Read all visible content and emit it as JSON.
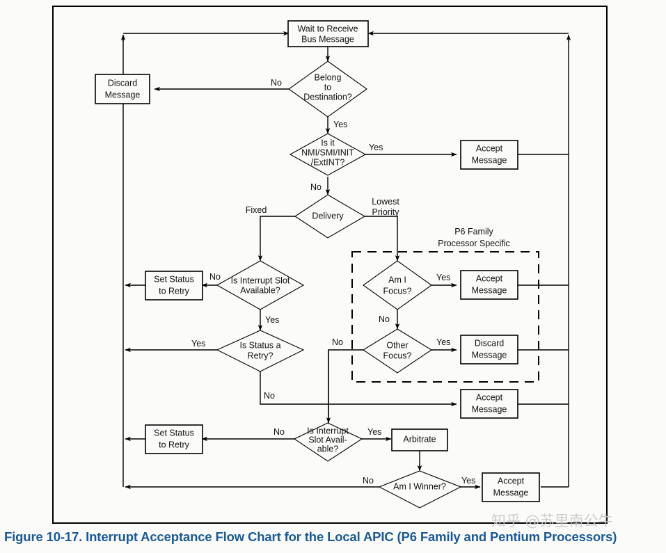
{
  "figure": {
    "caption": "Figure 10-17.  Interrupt Acceptance Flow Chart for the Local APIC (P6 Family and Pentium Processors)",
    "caption_color": "#1b5a96",
    "watermark": "知乎 @苏里南公牛",
    "background": "#fbfbfa",
    "line_color": "#000000"
  },
  "chart_data": {
    "type": "diagram",
    "title": "Interrupt Acceptance Flow Chart for the Local APIC (P6 Family and Pentium Processors)",
    "nodes": [
      {
        "id": "wait",
        "shape": "box",
        "label_lines": [
          "Wait to Receive",
          "Bus Message"
        ]
      },
      {
        "id": "belong",
        "shape": "diamond",
        "label_lines": [
          "Belong",
          "to",
          "Destination?"
        ]
      },
      {
        "id": "discard1",
        "shape": "box",
        "label_lines": [
          "Discard",
          "Message"
        ]
      },
      {
        "id": "isit",
        "shape": "diamond",
        "label_lines": [
          "Is it",
          "NMI/SMI/INIT",
          "/ExtINT?"
        ]
      },
      {
        "id": "accept1",
        "shape": "box",
        "label_lines": [
          "Accept",
          "Message"
        ]
      },
      {
        "id": "delivery",
        "shape": "diamond",
        "label_lines": [
          "Delivery"
        ]
      },
      {
        "id": "slot1",
        "shape": "diamond",
        "label_lines": [
          "Is Interrupt Slot",
          "Available?"
        ]
      },
      {
        "id": "setretry1",
        "shape": "box",
        "label_lines": [
          "Set Status",
          "to Retry"
        ]
      },
      {
        "id": "statusretry",
        "shape": "diamond",
        "label_lines": [
          "Is Status a",
          "Retry?"
        ]
      },
      {
        "id": "amifocus",
        "shape": "diamond",
        "label_lines": [
          "Am I",
          "Focus?"
        ]
      },
      {
        "id": "accept2",
        "shape": "box",
        "label_lines": [
          "Accept",
          "Message"
        ]
      },
      {
        "id": "otherfocus",
        "shape": "diamond",
        "label_lines": [
          "Other",
          "Focus?"
        ]
      },
      {
        "id": "discard2",
        "shape": "box",
        "label_lines": [
          "Discard",
          "Message"
        ]
      },
      {
        "id": "accept3",
        "shape": "box",
        "label_lines": [
          "Accept",
          "Message"
        ]
      },
      {
        "id": "slot2",
        "shape": "diamond",
        "label_lines": [
          "Is Interrupt",
          "Slot Avail-",
          "able?"
        ]
      },
      {
        "id": "setretry2",
        "shape": "box",
        "label_lines": [
          "Set Status",
          "to Retry"
        ]
      },
      {
        "id": "arbitrate",
        "shape": "box",
        "label_lines": [
          "Arbitrate"
        ]
      },
      {
        "id": "amiwinner",
        "shape": "diamond",
        "label_lines": [
          "Am I Winner?"
        ]
      },
      {
        "id": "accept4",
        "shape": "box",
        "label_lines": [
          "Accept",
          "Message"
        ]
      }
    ],
    "annotations": [
      {
        "id": "p6-note",
        "lines": [
          "P6 Family",
          "Processor Specific"
        ]
      }
    ],
    "edge_labels": [
      {
        "id": "e1",
        "text": "No"
      },
      {
        "id": "e2",
        "text": "Yes"
      },
      {
        "id": "e3",
        "text": "Yes"
      },
      {
        "id": "e4",
        "text": "No"
      },
      {
        "id": "e5",
        "text": "Fixed"
      },
      {
        "id": "e6",
        "text": "Lowest"
      },
      {
        "id": "e7",
        "text": "Priority"
      },
      {
        "id": "e8",
        "text": "No"
      },
      {
        "id": "e9",
        "text": "Yes"
      },
      {
        "id": "e10",
        "text": "Yes"
      },
      {
        "id": "e11",
        "text": "No"
      },
      {
        "id": "e12",
        "text": "Yes"
      },
      {
        "id": "e13",
        "text": "No"
      },
      {
        "id": "e14",
        "text": "Yes"
      },
      {
        "id": "e15",
        "text": "No"
      },
      {
        "id": "e16",
        "text": "No"
      },
      {
        "id": "e17",
        "text": "Yes"
      },
      {
        "id": "e18",
        "text": "No"
      },
      {
        "id": "e19",
        "text": "Yes"
      }
    ]
  },
  "labels": {
    "wait_l1": "Wait to Receive",
    "wait_l2": "Bus Message",
    "belong_l1": "Belong",
    "belong_l2": "to",
    "belong_l3": "Destination?",
    "discard1_l1": "Discard",
    "discard1_l2": "Message",
    "isit_l1": "Is it",
    "isit_l2": "NMI/SMI/INIT",
    "isit_l3": "/ExtINT?",
    "accept1_l1": "Accept",
    "accept1_l2": "Message",
    "delivery_l1": "Delivery",
    "slot1_l1": "Is Interrupt Slot",
    "slot1_l2": "Available?",
    "setretry1_l1": "Set Status",
    "setretry1_l2": "to Retry",
    "statusretry_l1": "Is Status a",
    "statusretry_l2": "Retry?",
    "amifocus_l1": "Am I",
    "amifocus_l2": "Focus?",
    "accept2_l1": "Accept",
    "accept2_l2": "Message",
    "otherfocus_l1": "Other",
    "otherfocus_l2": "Focus?",
    "discard2_l1": "Discard",
    "discard2_l2": "Message",
    "accept3_l1": "Accept",
    "accept3_l2": "Message",
    "slot2_l1": "Is Interrupt",
    "slot2_l2": "Slot Avail-",
    "slot2_l3": "able?",
    "setretry2_l1": "Set Status",
    "setretry2_l2": "to Retry",
    "arbitrate_l1": "Arbitrate",
    "amiwinner_l1": "Am I Winner?",
    "accept4_l1": "Accept",
    "accept4_l2": "Message",
    "p6_l1": "P6 Family",
    "p6_l2": "Processor Specific",
    "no_belong": "No",
    "yes_belong": "Yes",
    "yes_isit": "Yes",
    "no_isit": "No",
    "fixed": "Fixed",
    "lowest": "Lowest",
    "priority": "Priority",
    "no_slot1": "No",
    "yes_slot1": "Yes",
    "yes_statusretry": "Yes",
    "no_statusretry": "No",
    "yes_amifocus": "Yes",
    "no_amifocus": "No",
    "yes_otherfocus": "Yes",
    "no_otherfocus": "No",
    "no_slot2": "No",
    "yes_slot2": "Yes",
    "no_winner": "No",
    "yes_winner": "Yes"
  }
}
